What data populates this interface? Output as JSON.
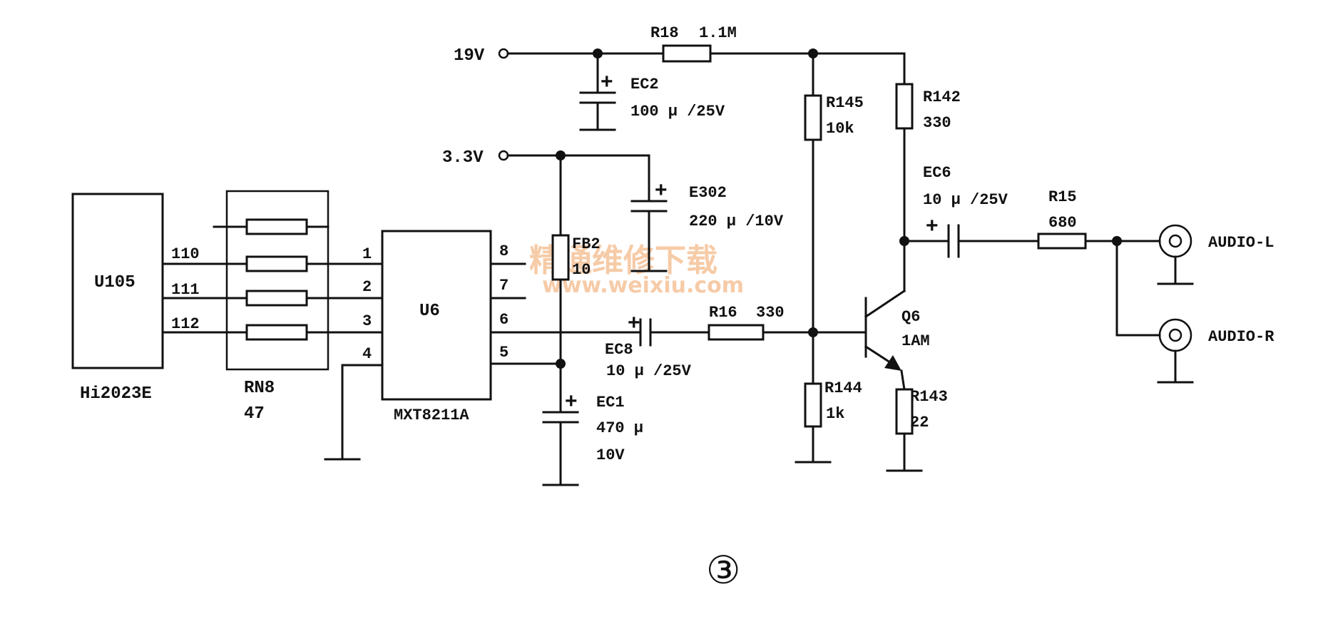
{
  "figure_number": "③",
  "watermark": {
    "chinese": "精通维修下载",
    "url": "www.weixiu.com"
  },
  "power": {
    "v19": "19V",
    "v33": "3.3V"
  },
  "resistors": {
    "R18": {
      "ref": "R18",
      "value": "1.1M"
    },
    "R145": {
      "ref": "R145",
      "value": "10k"
    },
    "R142": {
      "ref": "R142",
      "value": "330"
    },
    "R16": {
      "ref": "R16",
      "value": "330"
    },
    "R144": {
      "ref": "R144",
      "value": "1k"
    },
    "R143": {
      "ref": "R143",
      "value": "22"
    },
    "R15": {
      "ref": "R15",
      "value": "680"
    },
    "FB2": {
      "ref": "FB2",
      "value": "10"
    }
  },
  "capacitors": {
    "EC2": {
      "ref": "EC2",
      "value": "100 μ /25V"
    },
    "E302": {
      "ref": "E302",
      "value": "220 μ /10V"
    },
    "EC6": {
      "ref": "EC6",
      "value": "10 μ /25V"
    },
    "EC8": {
      "ref": "EC8",
      "value": "10 μ /25V"
    },
    "EC1": {
      "ref": "EC1",
      "value_1": "470 μ",
      "value_2": "10V"
    }
  },
  "chips": {
    "U105": {
      "ref": "U105",
      "part": "Hi2023E",
      "pins": [
        "110",
        "111",
        "112"
      ]
    },
    "U6": {
      "ref": "U6",
      "part": "MXT8211A",
      "pins_left": [
        "1",
        "2",
        "3",
        "4"
      ],
      "pins_right": [
        "8",
        "7",
        "6",
        "5"
      ]
    },
    "RN8": {
      "ref": "RN8",
      "value": "47"
    }
  },
  "transistor": {
    "ref": "Q6",
    "part": "1AM"
  },
  "outputs": {
    "left": "AUDIO-L",
    "right": "AUDIO-R"
  },
  "polarity_mark": "+"
}
